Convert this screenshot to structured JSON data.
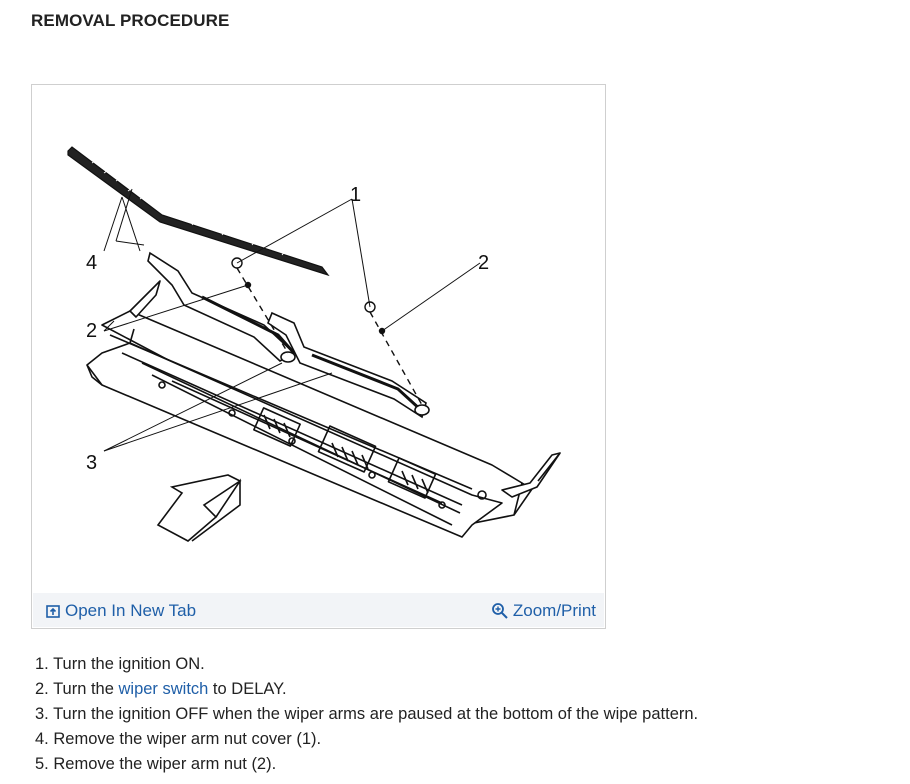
{
  "heading": "REMOVAL PROCEDURE",
  "figure": {
    "callouts": [
      "1",
      "2",
      "2",
      "3",
      "4"
    ],
    "open_tab_label": "Open In New Tab",
    "zoom_label": "Zoom/Print",
    "icons": [
      "open-in-new-tab-icon",
      "zoom-magnifier-icon"
    ]
  },
  "steps": [
    {
      "num": "1.",
      "before": "Turn the ignition ON.",
      "link": "",
      "after": ""
    },
    {
      "num": "2.",
      "before": "Turn the ",
      "link": "wiper switch",
      "after": " to DELAY."
    },
    {
      "num": "3.",
      "before": "Turn the ignition OFF when the wiper arms are paused at the bottom of the wipe pattern.",
      "link": "",
      "after": ""
    },
    {
      "num": "4.",
      "before": "Remove the wiper arm nut cover (1).",
      "link": "",
      "after": ""
    },
    {
      "num": "5.",
      "before": "Remove the wiper arm nut (2).",
      "link": "",
      "after": ""
    }
  ],
  "colors": {
    "link": "#1f5fa8",
    "footer_bg": "#f2f4f7",
    "border": "#cfcfcf"
  }
}
